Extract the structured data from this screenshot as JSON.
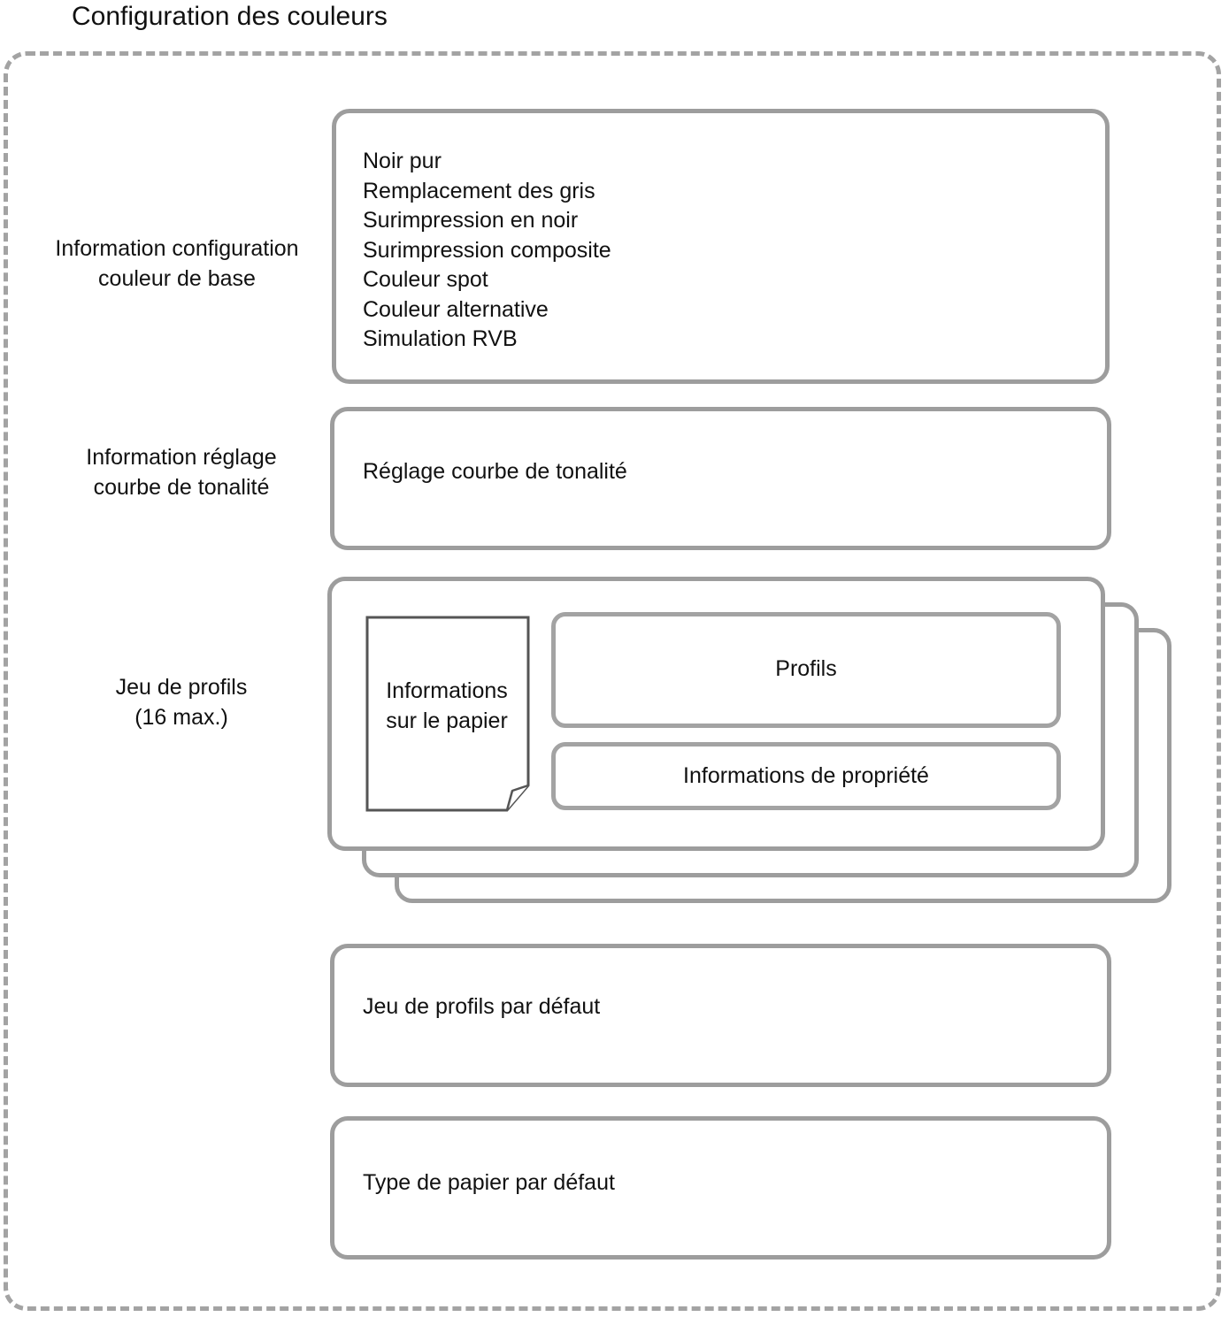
{
  "title": "Configuration des couleurs",
  "labels": {
    "basic_color": [
      "Information configuration",
      "couleur de base"
    ],
    "tone_curve": [
      "Information réglage",
      "courbe de tonalité"
    ],
    "profile_set": [
      "Jeu de profils",
      "(16 max.)"
    ]
  },
  "basic_color_items": [
    "Noir pur",
    "Remplacement des gris",
    "Surimpression en noir",
    "Surimpression composite",
    "Couleur spot",
    "Couleur alternative",
    "Simulation RVB"
  ],
  "tone_curve_box": "Réglage courbe de tonalité",
  "profile_set_box": {
    "paper_info": [
      "Informations",
      "sur le papier"
    ],
    "profiles": "Profils",
    "property_info": "Informations de propriété"
  },
  "default_profile_set": "Jeu de profils par défaut",
  "default_paper_type": "Type de papier par défaut"
}
